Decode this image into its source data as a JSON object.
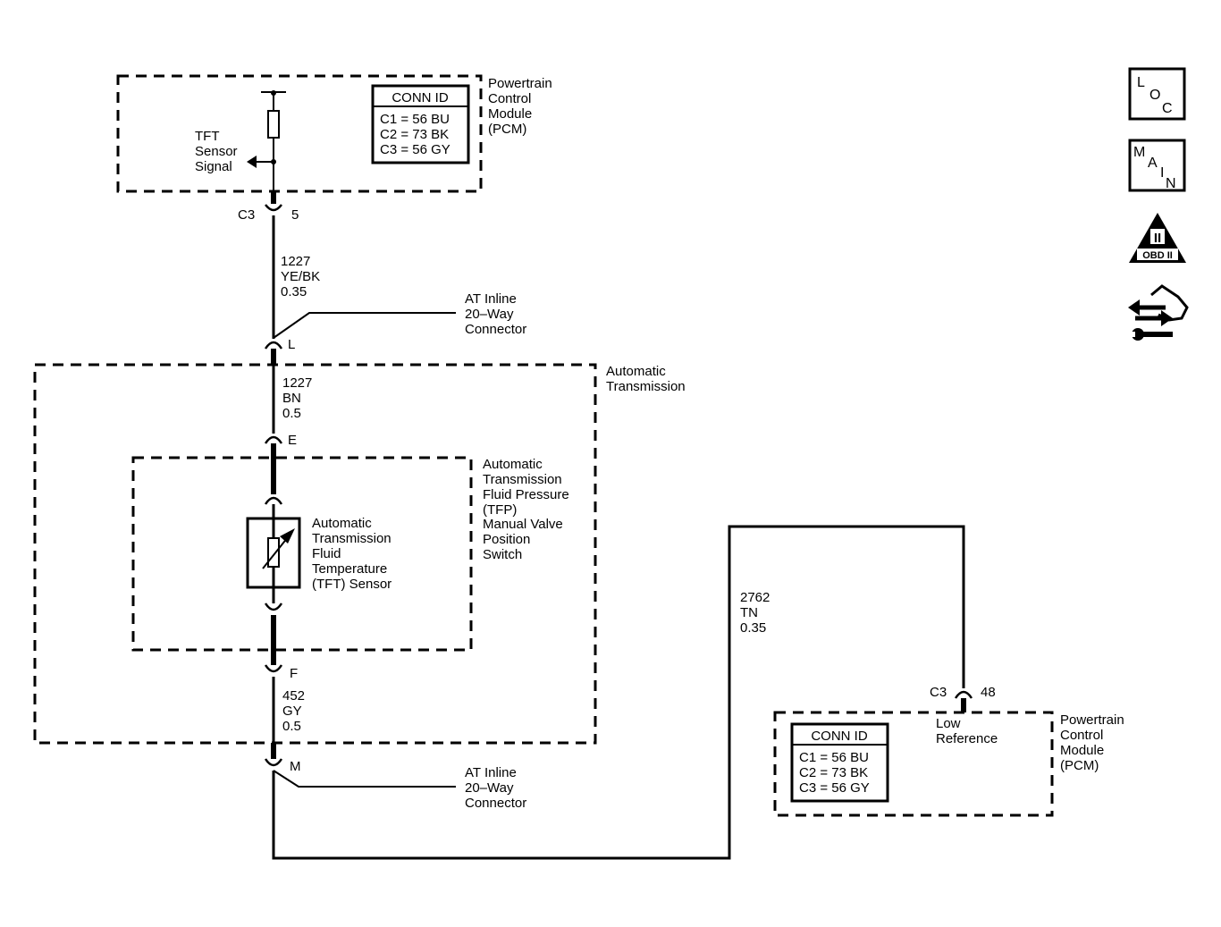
{
  "pcm_top": {
    "label": [
      "Powertrain",
      "Control",
      "Module",
      "(PCM)"
    ],
    "conn_id": {
      "header": "CONN ID",
      "rows": [
        "C1 = 56 BU",
        "C2 = 73 BK",
        "C3 = 56 GY"
      ]
    },
    "signal_label": [
      "TFT",
      "Sensor",
      "Signal"
    ]
  },
  "connector_c3_5": {
    "left": "C3",
    "right": "5"
  },
  "wire_1227_ye": [
    "1227",
    "YE/BK",
    "0.35"
  ],
  "inline_top": {
    "pin": "L",
    "label": [
      "AT Inline",
      "20–Way",
      "Connector"
    ]
  },
  "transmission": {
    "label": [
      "Automatic",
      "Transmission"
    ]
  },
  "wire_1227_bn": [
    "1227",
    "BN",
    "0.5"
  ],
  "pin_e": "E",
  "tfp": {
    "label": [
      "Automatic",
      "Transmission",
      "Fluid Pressure",
      "(TFP)",
      "Manual Valve",
      "Position",
      "Switch"
    ]
  },
  "tft_sensor": {
    "label": [
      "Automatic",
      "Transmission",
      "Fluid",
      "Temperature",
      "(TFT) Sensor"
    ]
  },
  "pin_f": "F",
  "wire_452": [
    "452",
    "GY",
    "0.5"
  ],
  "inline_bottom": {
    "pin": "M",
    "label": [
      "AT Inline",
      "20–Way",
      "Connector"
    ]
  },
  "wire_2762": [
    "2762",
    "TN",
    "0.35"
  ],
  "connector_c3_48": {
    "left": "C3",
    "right": "48"
  },
  "pcm_bottom": {
    "label": [
      "Powertrain",
      "Control",
      "Module",
      "(PCM)"
    ],
    "conn_id": {
      "header": "CONN ID",
      "rows": [
        "C1 = 56 BU",
        "C2 = 73 BK",
        "C3 = 56 GY"
      ]
    },
    "signal_label": [
      "Low",
      "Reference"
    ]
  },
  "side_icons": {
    "loc": [
      "L",
      "O",
      "C"
    ],
    "main": [
      "M",
      "A",
      "I",
      "N"
    ],
    "obd": {
      "roman": "II",
      "text": "OBD II"
    },
    "icon_names": [
      "loc-icon",
      "main-icon",
      "obd-ii-icon",
      "repair-icon"
    ]
  }
}
